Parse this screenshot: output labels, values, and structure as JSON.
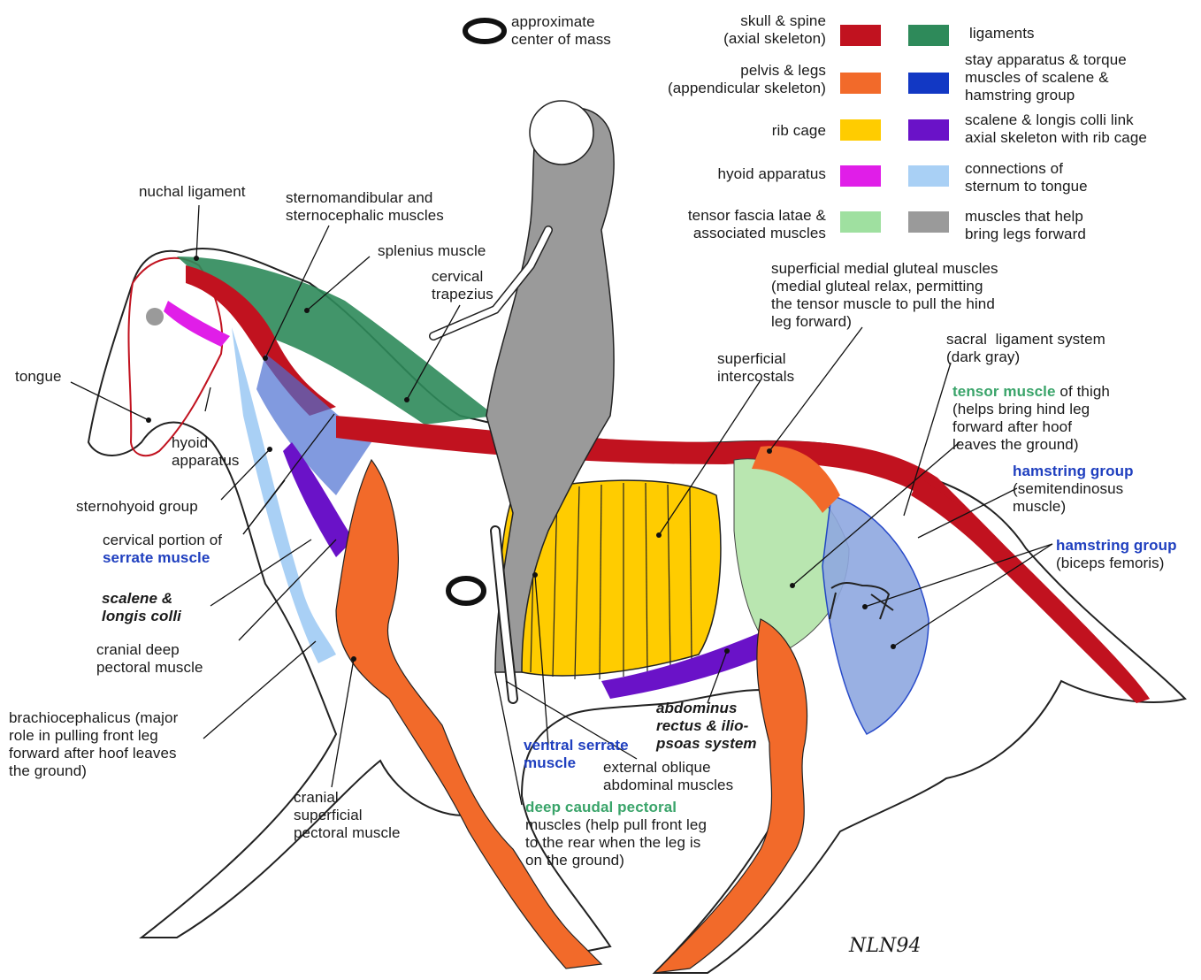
{
  "center_of_mass": {
    "label": "approximate\ncenter of mass"
  },
  "legend": [
    {
      "key": "axial",
      "label": "skull & spine\n(axial skeleton)",
      "color": "#c1121f"
    },
    {
      "key": "appendicular",
      "label": "pelvis & legs\n(appendicular skeleton)",
      "color": "#f26a2a"
    },
    {
      "key": "ribs",
      "label": "rib cage",
      "color": "#ffcc00"
    },
    {
      "key": "hyoid",
      "label": "hyoid apparatus",
      "color": "#e01ee8"
    },
    {
      "key": "tensor",
      "label": "tensor fascia latae &\nassociated muscles",
      "color": "#9fe0a0"
    },
    {
      "key": "ligaments",
      "label": "ligaments",
      "color": "#2e8a5a"
    },
    {
      "key": "stay",
      "label": "stay apparatus & torque\nmuscles of scalene &\nhamstring group",
      "color": "#1238c4"
    },
    {
      "key": "scalene",
      "label": "scalene & longis colli link\naxial skeleton with rib cage",
      "color": "#6a12c8"
    },
    {
      "key": "sternum",
      "label": "connections of\nsternum to tongue",
      "color": "#a9d0f5"
    },
    {
      "key": "forward",
      "label": "muscles that help\nbring legs forward",
      "color": "#9a9a9a"
    }
  ],
  "labels": {
    "nuchal": "nuchal ligament",
    "sternomandibular": "sternomandibular and\nsternocephalic muscles",
    "splenius": "splenius muscle",
    "trapezius": "cervical\ntrapezius",
    "tongue": "tongue",
    "hyoid": "hyoid\napparatus",
    "sternohyoid": "sternohyoid group",
    "serrate_a": "cervical portion of",
    "serrate_b": "serrate muscle",
    "scalene": "scalene &\nlongis colli",
    "cranial_deep": "cranial deep\npectoral muscle",
    "brachio": "brachiocephalicus (major\nrole in pulling front leg\nforward after hoof leaves\nthe ground)",
    "cranial_sup": "cranial\nsuperficial\npectoral muscle",
    "ventral": "ventral serrate\nmuscle",
    "ext_oblique": "external oblique\nabdominal muscles",
    "deep_caudal_a": "deep caudal pectoral",
    "deep_caudal_b": "muscles (help pull front leg\nto the rear when the leg is\non the ground)",
    "abdominus": "abdominus\nrectus & ilio-\npsoas system",
    "sup_intercostals": "superficial\nintercostals",
    "gluteal": "superficial medial gluteal muscles\n(medial gluteal relax, permitting\nthe tensor muscle to pull the hind\nleg forward)",
    "sacral": "sacral  ligament system\n(dark gray)",
    "tensor_a": "tensor muscle",
    "tensor_b": " of thigh",
    "tensor_c": "(helps bring hind leg\nforward after hoof\nleaves the ground)",
    "ham1_a": "hamstring group",
    "ham1_b": "(semitendinosus\nmuscle)",
    "ham2_a": "hamstring group",
    "ham2_b": "(biceps femoris)",
    "signature": "NLN94"
  }
}
